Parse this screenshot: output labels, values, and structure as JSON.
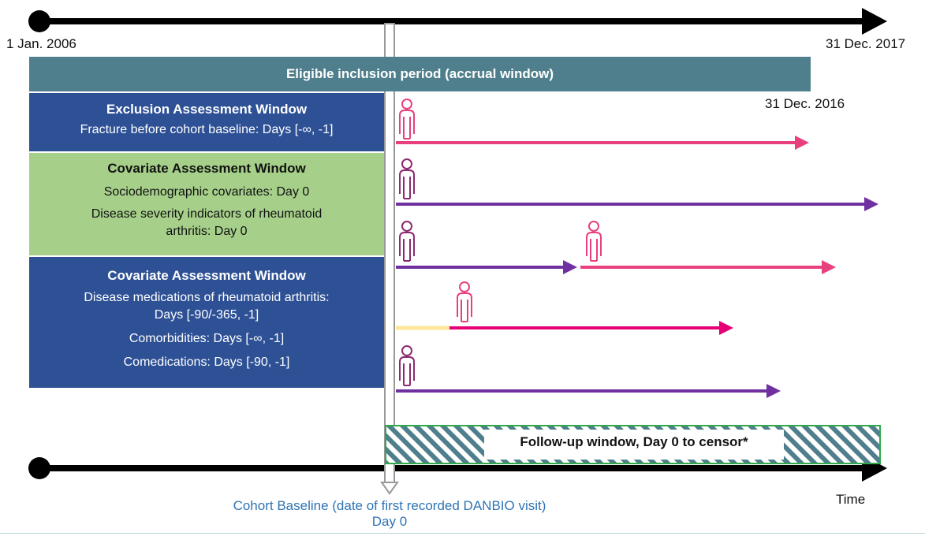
{
  "timeline": {
    "start_date": "1 Jan. 2006",
    "end_date": "31 Dec. 2017",
    "accrual_end_date": "31 Dec. 2016",
    "time_label": "Time"
  },
  "accrual_window": {
    "label": "Eligible inclusion period (accrual window)",
    "color": "#4f7f8c"
  },
  "exclusion_window": {
    "title": "Exclusion Assessment Window",
    "lines": [
      "Fracture before cohort baseline: Days [-∞, -1]"
    ],
    "color": "#2e5196"
  },
  "covariate_window_1": {
    "title": "Covariate Assessment Window",
    "lines": [
      "Sociodemographic covariates: Day 0",
      "Disease severity indicators of rheumatoid",
      "arthritis: Day 0"
    ],
    "color": "#a6d08a"
  },
  "covariate_window_2": {
    "title": "Covariate Assessment Window",
    "lines": [
      "Disease medications of rheumatoid arthritis:",
      "Days [-90/-365, -1]",
      "Comorbidities: Days [-∞, -1]",
      "Comedications: Days [-90, -1]"
    ],
    "color": "#2e5196"
  },
  "followup_window": {
    "label": "Follow-up window, Day 0 to censor*",
    "border_color": "#2ea84a",
    "hatch_color": "#4f7f8c"
  },
  "baseline": {
    "line1": "Cohort Baseline (date of first recorded DANBIO visit)",
    "line2": "Day 0",
    "color": "#2e74b5"
  },
  "colors": {
    "pink": "#e8407f",
    "purple": "#7030a0",
    "magenta": "#e60073",
    "yellow": "#ffe699",
    "person_pink": "#e8407f",
    "person_purple": "#8b2a6f"
  }
}
